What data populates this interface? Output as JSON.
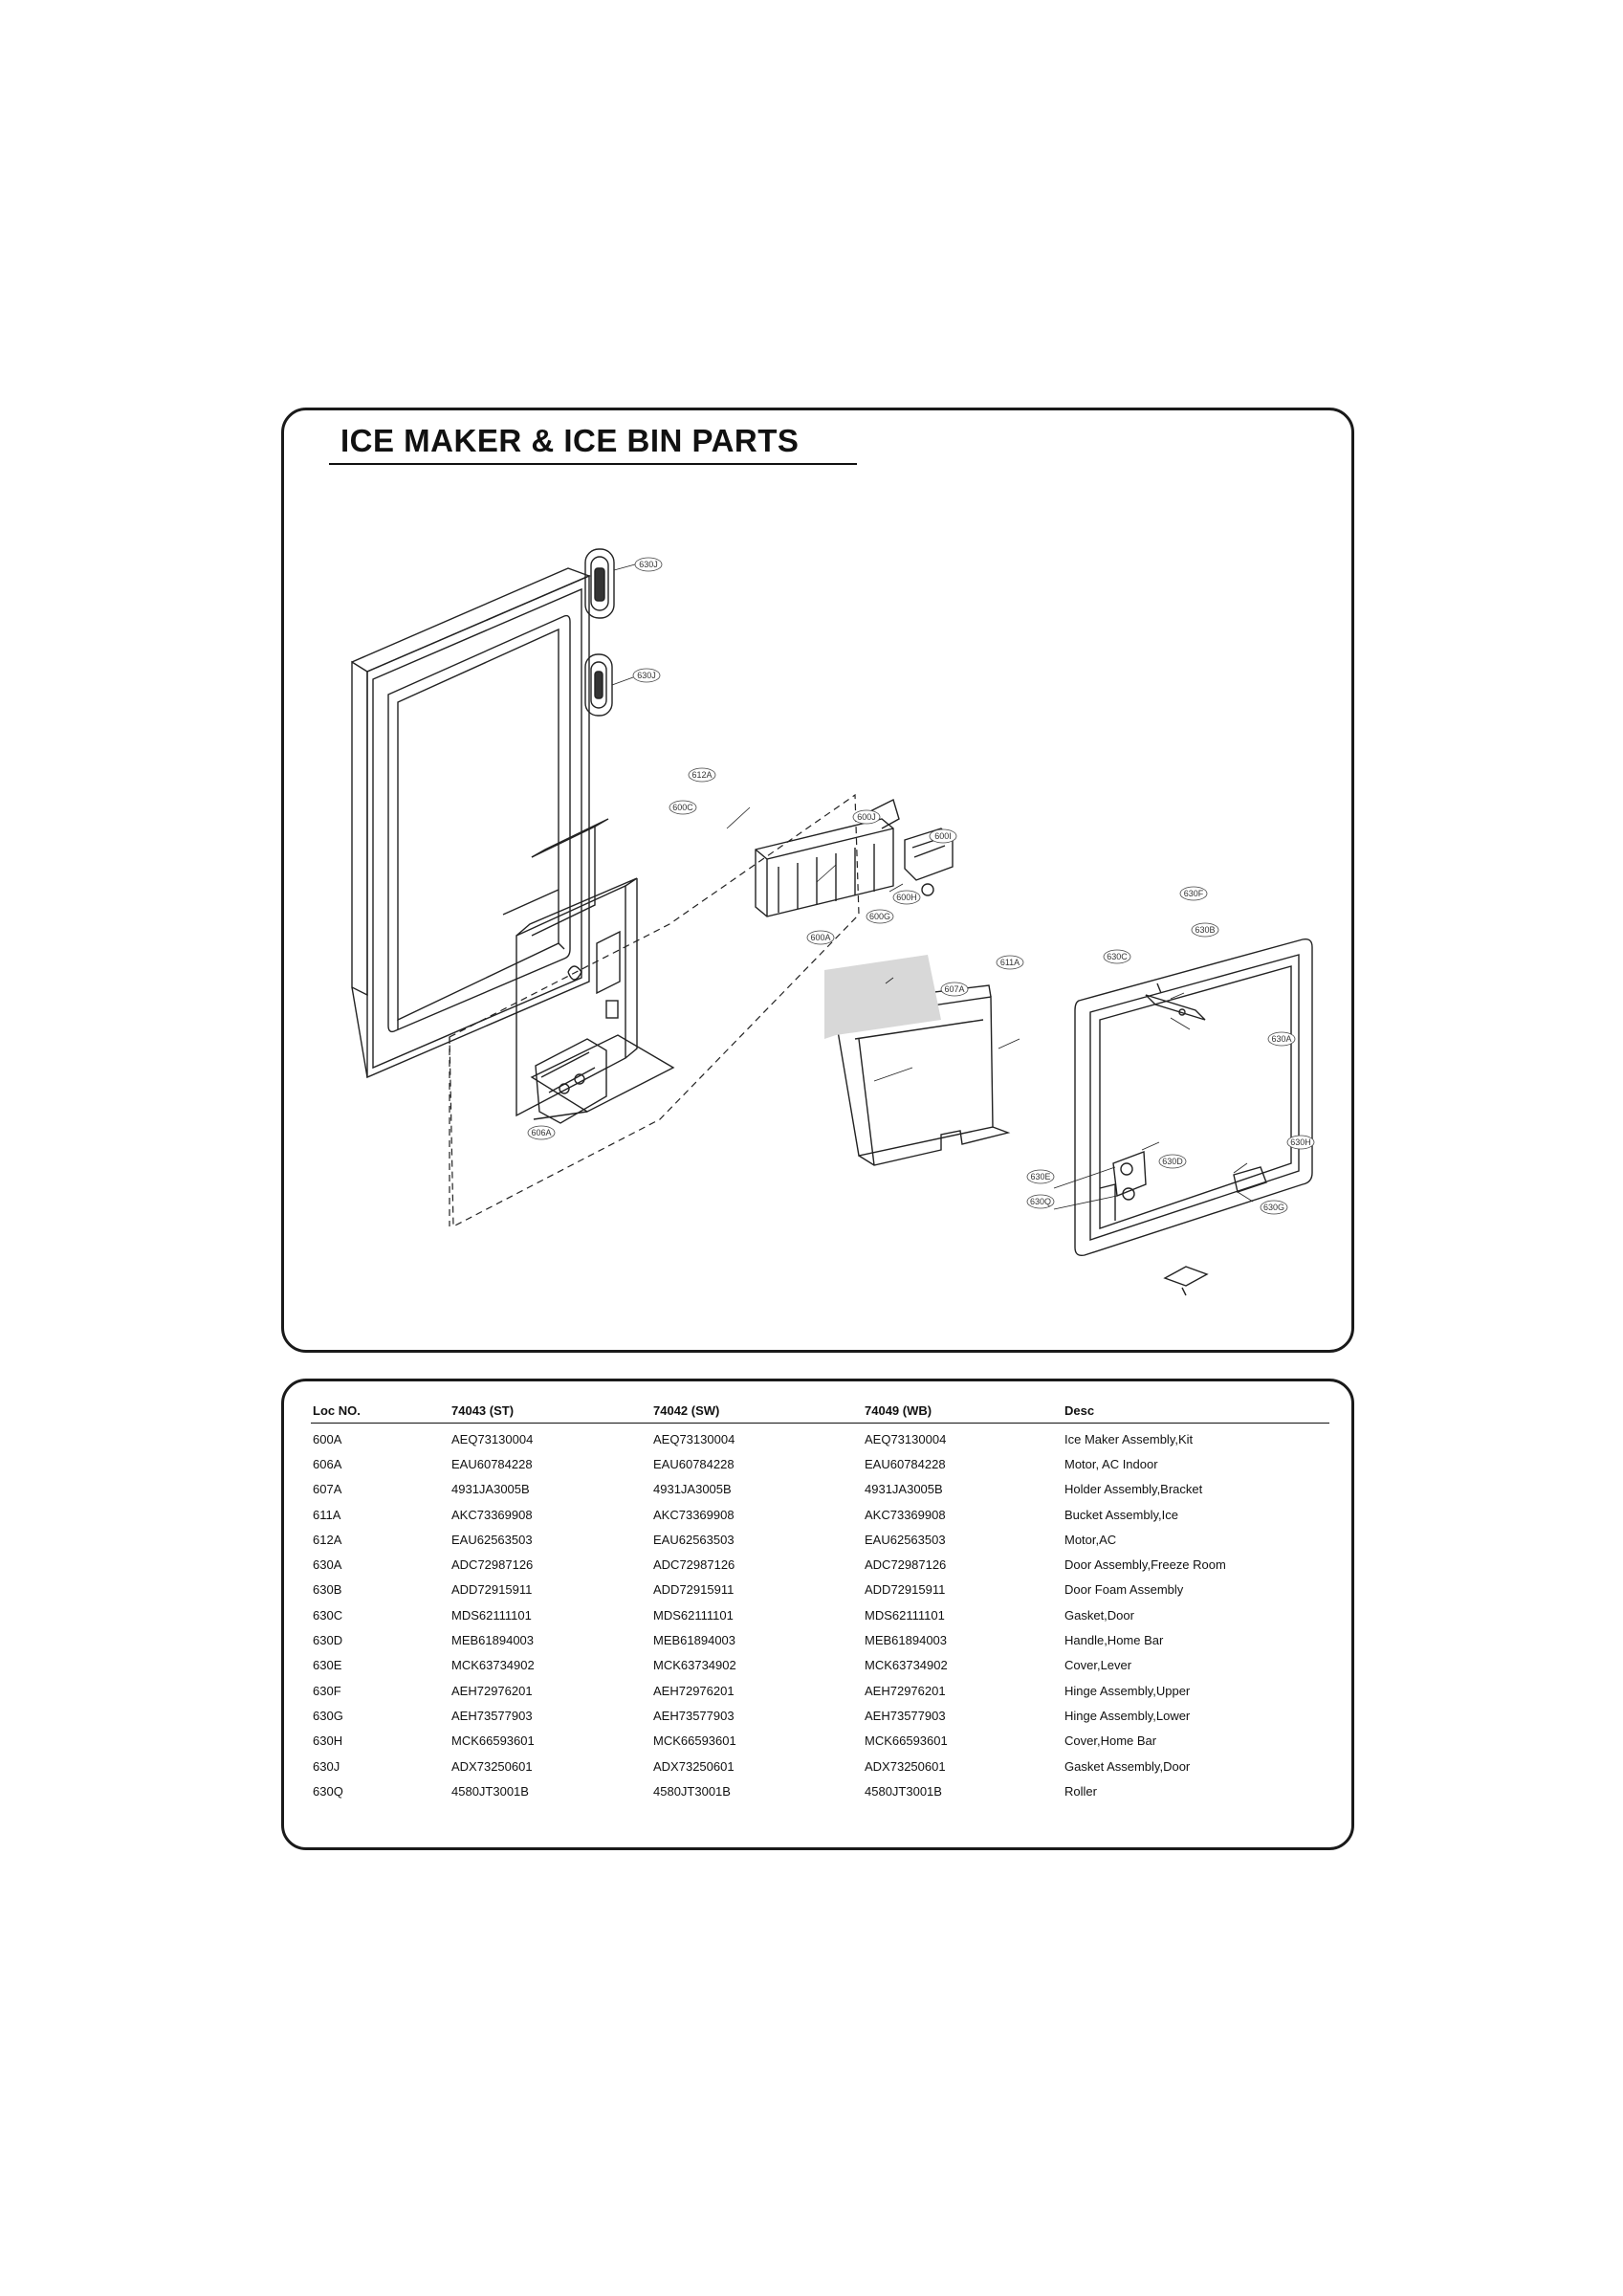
{
  "page": {
    "title": "ICE MAKER & ICE BIN PARTS"
  },
  "diagram": {
    "callouts": [
      "630J",
      "630J",
      "612A",
      "600C",
      "600J",
      "600I",
      "600H",
      "600G",
      "600A",
      "630F",
      "630B",
      "630C",
      "611A",
      "607A",
      "630A",
      "606A",
      "630H",
      "630D",
      "630E",
      "630Q",
      "630G"
    ]
  },
  "table": {
    "headers": [
      "Loc NO.",
      "74043 (ST)",
      "74042 (SW)",
      "74049 (WB)",
      "Desc"
    ],
    "rows": [
      [
        "600A",
        "AEQ73130004",
        "AEQ73130004",
        "AEQ73130004",
        "Ice Maker Assembly,Kit"
      ],
      [
        "606A",
        "EAU60784228",
        "EAU60784228",
        "EAU60784228",
        "Motor, AC Indoor"
      ],
      [
        "607A",
        "4931JA3005B",
        "4931JA3005B",
        "4931JA3005B",
        "Holder Assembly,Bracket"
      ],
      [
        "611A",
        "AKC73369908",
        "AKC73369908",
        "AKC73369908",
        "Bucket Assembly,Ice"
      ],
      [
        "612A",
        "EAU62563503",
        "EAU62563503",
        "EAU62563503",
        "Motor,AC"
      ],
      [
        "630A",
        "ADC72987126",
        "ADC72987126",
        "ADC72987126",
        "Door Assembly,Freeze Room"
      ],
      [
        "630B",
        "ADD72915911",
        "ADD72915911",
        "ADD72915911",
        "Door Foam Assembly"
      ],
      [
        "630C",
        "MDS62111101",
        "MDS62111101",
        "MDS62111101",
        "Gasket,Door"
      ],
      [
        "630D",
        "MEB61894003",
        "MEB61894003",
        "MEB61894003",
        "Handle,Home Bar"
      ],
      [
        "630E",
        "MCK63734902",
        "MCK63734902",
        "MCK63734902",
        "Cover,Lever"
      ],
      [
        "630F",
        "AEH72976201",
        "AEH72976201",
        "AEH72976201",
        "Hinge Assembly,Upper"
      ],
      [
        "630G",
        "AEH73577903",
        "AEH73577903",
        "AEH73577903",
        "Hinge Assembly,Lower"
      ],
      [
        "630H",
        "MCK66593601",
        "MCK66593601",
        "MCK66593601",
        "Cover,Home Bar"
      ],
      [
        "630J",
        "ADX73250601",
        "ADX73250601",
        "ADX73250601",
        "Gasket Assembly,Door"
      ],
      [
        "630Q",
        "4580JT3001B",
        "4580JT3001B",
        "4580JT3001B",
        "Roller"
      ]
    ]
  }
}
